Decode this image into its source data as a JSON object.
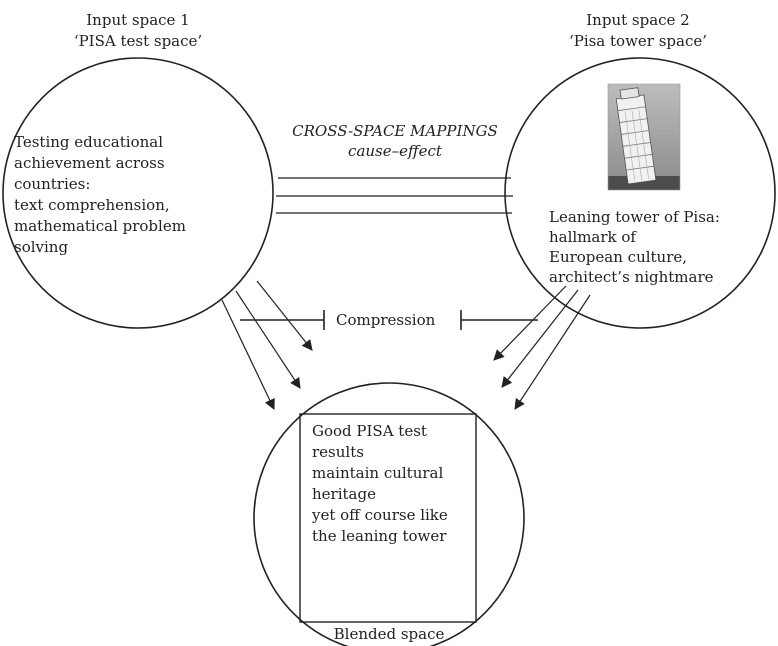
{
  "input1": {
    "heading": "Input space 1",
    "subheading": "‘PISA test space’",
    "content": "Testing educational\nachievement across\ncountries:\ntext comprehension,\nmathematical problem\nsolving"
  },
  "input2": {
    "heading": "Input space 2",
    "subheading": "‘Pisa tower space’",
    "content": "Leaning tower of Pisa:\nhallmark of\nEuropean culture,\narchitect’s nightmare"
  },
  "mapping": {
    "title": "CROSS-SPACE MAPPINGS",
    "subtitle": "cause–effect"
  },
  "compression": {
    "label": "Compression"
  },
  "blend": {
    "content": "Good PISA test\nresults\nmaintain cultural\nheritage\nyet off course like\nthe leaning tower",
    "footer": "Blended space"
  },
  "colors": {
    "line": "#222222",
    "background": "#ffffff"
  },
  "icons": {
    "tower_image": "leaning-tower-photo-icon"
  }
}
